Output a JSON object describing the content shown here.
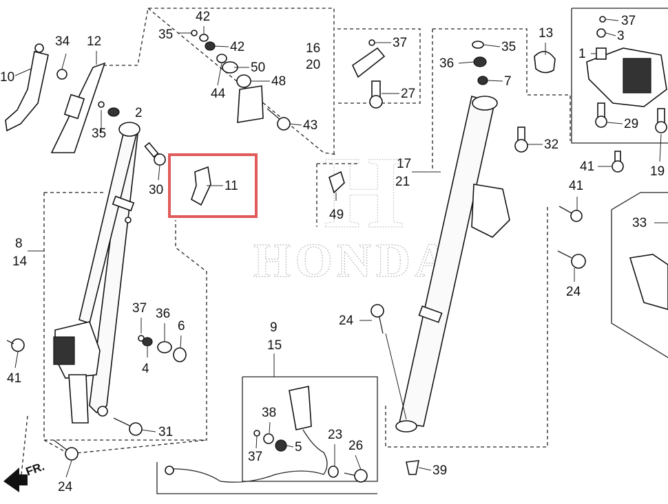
{
  "diagram": {
    "watermark": "HONDA",
    "highlighted_callout": "11",
    "direction_marker": "FR.",
    "callouts": [
      "34",
      "12",
      "10",
      "2",
      "35",
      "8",
      "14",
      "30",
      "41",
      "37",
      "36",
      "6",
      "4",
      "31",
      "24",
      "35",
      "42",
      "42",
      "50",
      "48",
      "44",
      "43",
      "11",
      "16",
      "20",
      "37",
      "27",
      "9",
      "15",
      "38",
      "23",
      "26",
      "5",
      "37",
      "39",
      "49",
      "17",
      "21",
      "24",
      "35",
      "36",
      "7",
      "13",
      "32",
      "41",
      "24",
      "37",
      "3",
      "1",
      "29",
      "41",
      "19",
      "33"
    ]
  }
}
